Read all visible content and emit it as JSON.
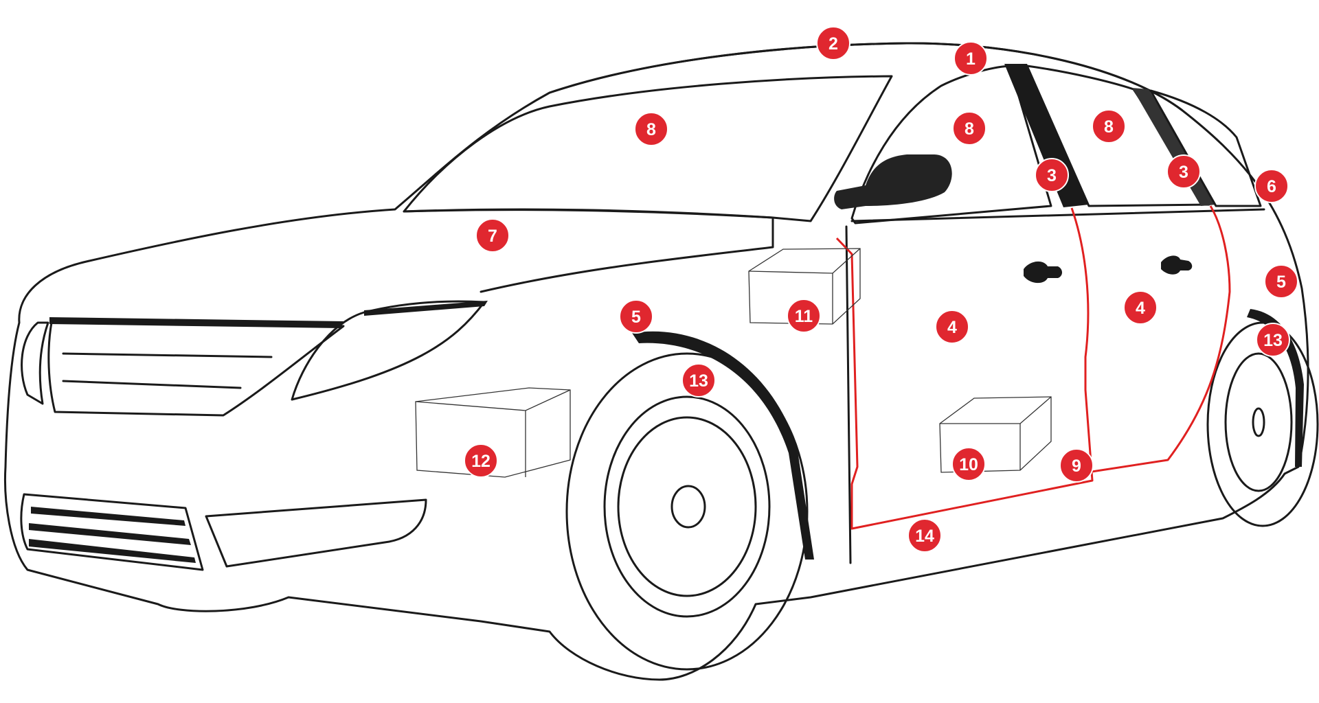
{
  "colors": {
    "marker_fill": "#e0272f",
    "marker_text": "#ffffff",
    "body": "#d3d4d6",
    "glass": "#e6e7e9",
    "tire": "#c2c3c5",
    "outline": "#1a1a1a",
    "seal_line": "#e02020"
  },
  "markers": [
    {
      "id": "m1",
      "label": "1"
    },
    {
      "id": "m2",
      "label": "2"
    },
    {
      "id": "m3a",
      "label": "3"
    },
    {
      "id": "m3b",
      "label": "3"
    },
    {
      "id": "m4a",
      "label": "4"
    },
    {
      "id": "m4b",
      "label": "4"
    },
    {
      "id": "m5a",
      "label": "5"
    },
    {
      "id": "m5b",
      "label": "5"
    },
    {
      "id": "m6",
      "label": "6"
    },
    {
      "id": "m7",
      "label": "7"
    },
    {
      "id": "m8a",
      "label": "8"
    },
    {
      "id": "m8b",
      "label": "8"
    },
    {
      "id": "m8c",
      "label": "8"
    },
    {
      "id": "m9",
      "label": "9"
    },
    {
      "id": "m10",
      "label": "10"
    },
    {
      "id": "m11",
      "label": "11"
    },
    {
      "id": "m12",
      "label": "12"
    },
    {
      "id": "m13a",
      "label": "13"
    },
    {
      "id": "m13b",
      "label": "13"
    },
    {
      "id": "m14",
      "label": "14"
    }
  ]
}
